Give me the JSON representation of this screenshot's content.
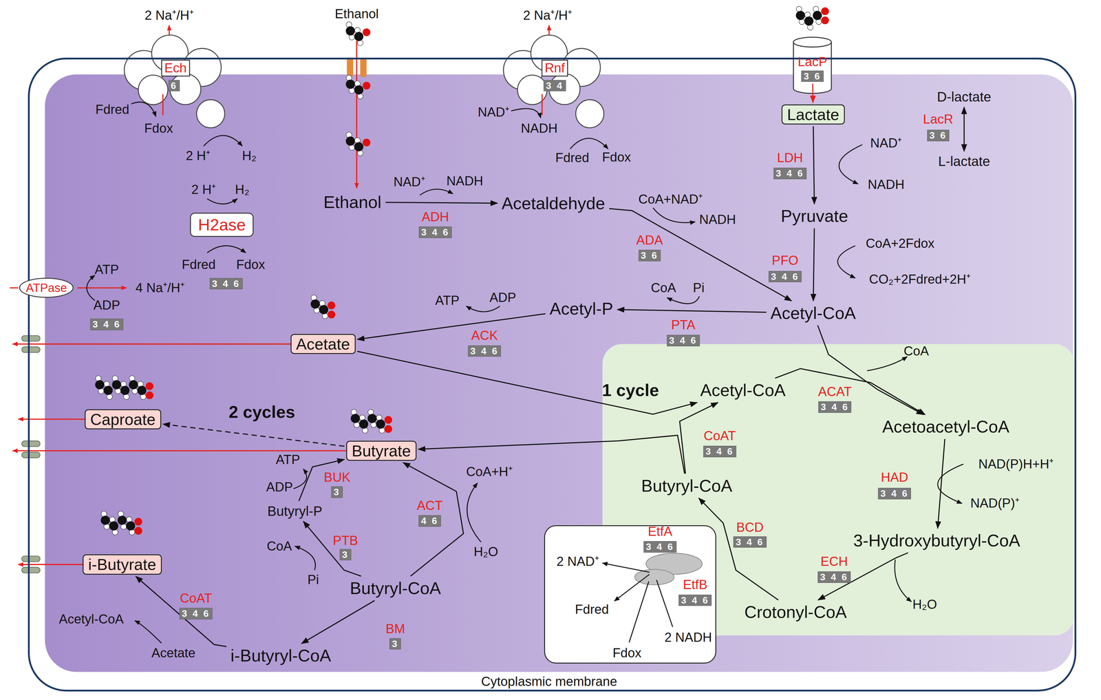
{
  "diagram": {
    "nodes": [
      {
        "text": [
          "Cytoplasmic membrane"
        ]
      },
      {
        "text": [
          "1 cycle"
        ],
        "in": 0
      },
      {
        "text": [
          "Ech"
        ],
        "in": 0
      },
      {
        "text": [
          "Rnf"
        ],
        "in": 0
      },
      {
        "text": [
          "LacP",
          "3 6"
        ],
        "in": 0
      },
      {
        "text": [
          "Lactate"
        ],
        "in": 0
      },
      {
        "text": [
          "D-lactate"
        ],
        "in": 0
      },
      {
        "text": [
          "L-lactate"
        ],
        "in": 0
      },
      {
        "text": [
          "H2ase"
        ],
        "in": 0
      },
      {
        "text": [
          "ATPase"
        ],
        "in": 0
      },
      {
        "text": [
          "Ethanol"
        ],
        "in": 0
      },
      {
        "text": [
          "Acetaldehyde"
        ],
        "in": 0
      },
      {
        "text": [
          "Pyruvate"
        ],
        "in": 0
      },
      {
        "text": [
          "Acetyl-CoA"
        ],
        "in": 0
      },
      {
        "text": [
          "Acetyl-P"
        ],
        "in": 0
      },
      {
        "text": [
          "Acetate"
        ],
        "in": 0
      },
      {
        "text": [
          "Caproate"
        ],
        "in": 0
      },
      {
        "text": [
          "Butyrate"
        ],
        "in": 0
      },
      {
        "text": [
          "i-Butyrate"
        ],
        "in": 0
      },
      {
        "text": [
          "Butyryl-P"
        ],
        "in": 0
      },
      {
        "text": [
          "Butyryl-CoA"
        ],
        "in": 0
      },
      {
        "text": [
          "i-Butyryl-CoA"
        ],
        "in": 0
      },
      {
        "text": [
          "Acetyl-CoA"
        ],
        "in": 1
      },
      {
        "text": [
          "Acetoacetyl-CoA"
        ],
        "in": 1
      },
      {
        "text": [
          "3-Hydroxybutyryl-CoA"
        ],
        "in": 1
      },
      {
        "text": [
          "Crotonyl-CoA"
        ],
        "in": 1
      },
      {
        "text": [
          "Butyryl-CoA"
        ],
        "in": 1
      },
      {
        "text": [
          "EtfA",
          "EtfB"
        ],
        "in": 1
      }
    ],
    "edges": [
      {
        "from": 4,
        "to": 5,
        "arrow": "to"
      },
      {
        "from": 5,
        "to": 12,
        "arrow": "to"
      },
      {
        "from": 6,
        "to": 7,
        "arrow": "both"
      },
      {
        "from": 12,
        "to": 13,
        "arrow": "to"
      },
      {
        "from": 10,
        "to": 11,
        "arrow": "to"
      },
      {
        "from": 11,
        "to": 13,
        "arrow": "to"
      },
      {
        "from": 13,
        "to": 14,
        "arrow": "to"
      },
      {
        "from": 14,
        "to": 15,
        "arrow": "to"
      },
      {
        "from": 13,
        "to": 23,
        "arrow": "to"
      },
      {
        "from": 22,
        "to": 23,
        "arrow": "to"
      },
      {
        "from": 23,
        "to": 24,
        "arrow": "to"
      },
      {
        "from": 24,
        "to": 25,
        "arrow": "to"
      },
      {
        "from": 25,
        "to": 26,
        "arrow": "to"
      },
      {
        "from": 26,
        "to": 22,
        "arrow": "to"
      },
      {
        "from": 26,
        "to": 17,
        "arrow": "to"
      },
      {
        "from": 15,
        "to": 22,
        "arrow": "to"
      },
      {
        "from": 17,
        "to": 16,
        "arrow": "to"
      },
      {
        "from": 20,
        "to": 19,
        "arrow": "to"
      },
      {
        "from": 19,
        "to": 17,
        "arrow": "to"
      },
      {
        "from": 20,
        "to": 17,
        "arrow": "to"
      },
      {
        "from": 20,
        "to": 21,
        "arrow": "to"
      },
      {
        "from": 21,
        "to": 18,
        "arrow": "to"
      }
    ],
    "labels": [
      "2 Na⁺/H⁺",
      "6",
      "Fdred",
      "Fdox",
      "2 H⁺",
      "H₂",
      "Ethanol",
      "2 Na⁺/H⁺",
      "3 4",
      "NAD⁺",
      "NADH",
      "Fdred",
      "Fdox",
      "LacR",
      "3 6",
      "2 H⁺",
      "H₂",
      "Fdred",
      "Fdox",
      "3 4 6",
      "ATP",
      "4 Na⁺/H⁺",
      "ADP",
      "3 4 6",
      "NAD⁺",
      "NADH",
      "ADH",
      "3 4 6",
      "CoA+NAD⁺",
      "NADH",
      "ADA",
      "3 6",
      "LDH",
      "3 4 6",
      "NAD⁺",
      "NADH",
      "PFO",
      "3 4 6",
      "CoA+2Fdox",
      "CO₂+2Fdred+2H⁺",
      "CoA",
      "Pi",
      "PTA",
      "3 4 6",
      "ATP",
      "ADP",
      "ACK",
      "3 4 6",
      "CoA",
      "ACAT",
      "3 4 6",
      "HAD",
      "3 4 6",
      "NAD(P)H+H⁺",
      "NAD(P)⁺",
      "ECH",
      "3 4 6",
      "H₂O",
      "BCD",
      "3 4 6",
      "3 4 6",
      "3 4 6",
      "2 NAD⁺",
      "Fdred",
      "2 NADH",
      "Fdox",
      "CoAT",
      "3 4 6",
      "2 cycles",
      "ATP",
      "ADP",
      "BUK",
      "3",
      "CoA",
      "PTB",
      "3",
      "Pi",
      "ACT",
      "4 6",
      "CoA+H⁺",
      "H₂O",
      "BM",
      "3",
      "CoAT",
      "3 4 6",
      "Acetyl-CoA",
      "Acetate"
    ]
  }
}
